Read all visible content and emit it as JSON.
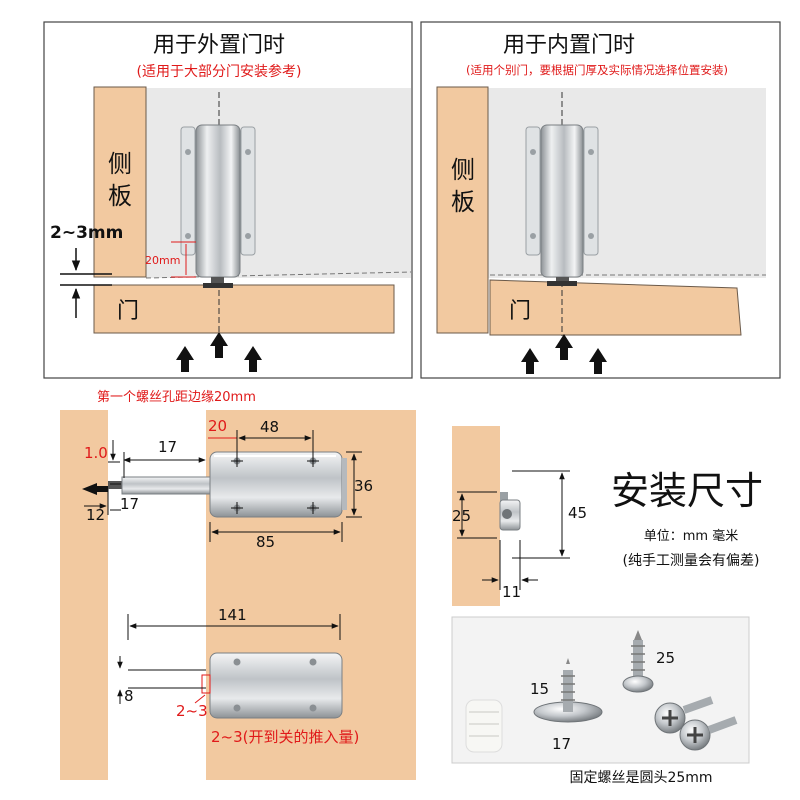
{
  "colors": {
    "wood": "#f2c9a0",
    "wood_edge": "#6b5a4a",
    "red": "#e01a1a",
    "ink": "#111111",
    "metal": "#cfd3d6",
    "panel_bg": "#e9e9e9"
  },
  "panel_outer": {
    "title": "用于外置门时",
    "subtitle": "(适用于大部分门安装参考)",
    "side_board_label": "侧\n板",
    "door_label": "门",
    "gap_label": "2~3mm",
    "depth_label": "20mm"
  },
  "panel_inner": {
    "title": "用于内置门时",
    "subtitle": "(适用个别门，要根据门厚及实际情况选择位置安装)",
    "side_board_label": "侧\n板",
    "door_label": "门"
  },
  "dimensions": {
    "first_hole_note": "第一个螺丝孔距边缘20mm",
    "d_1_0": "1.0",
    "d_17_top": "17",
    "d_20": "20",
    "d_48": "48",
    "d_36": "36",
    "d_12": "12",
    "d_17_side": "17",
    "d_85": "85",
    "d_141": "141",
    "d_8": "8",
    "d_2_3": "2~3",
    "push_note": "2~3(开到关的推入量)"
  },
  "install_size": {
    "title": "安装尺寸",
    "unit_label": "单位：mm 毫米",
    "note": "(纯手工测量会有偏差)",
    "d_25": "25",
    "d_45": "45",
    "d_11": "11"
  },
  "screws": {
    "d_25": "25",
    "d_15": "15",
    "d_17": "17",
    "caption": "固定螺丝是圆头25mm"
  }
}
